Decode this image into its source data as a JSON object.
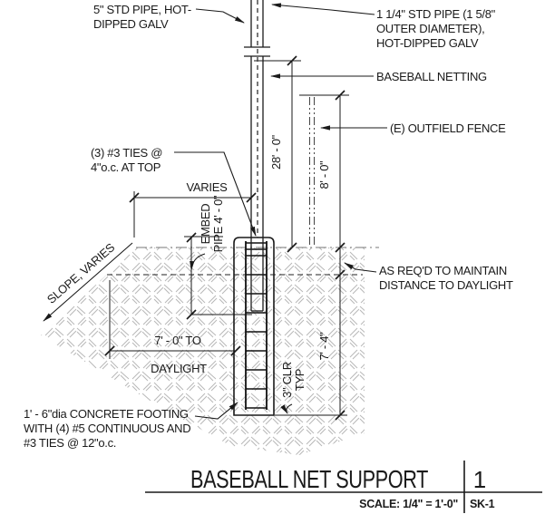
{
  "colors": {
    "line": "#1a1a1a",
    "hatch": "#b8b8b8",
    "background": "#ffffff"
  },
  "annotations": {
    "pipe_5in": {
      "lines": [
        "5\" STD PIPE, HOT-",
        "DIPPED GALV"
      ]
    },
    "pipe_1_25in": {
      "lines": [
        "1 1/4\" STD PIPE (1 5/8\"",
        "OUTER DIAMETER),",
        "HOT-DIPPED GALV"
      ]
    },
    "netting": {
      "lines": [
        "BASEBALL NETTING"
      ]
    },
    "outfield_fence": {
      "lines": [
        "(E) OUTFIELD FENCE"
      ]
    },
    "ties_top": {
      "lines": [
        "(3) #3 TIES @",
        "4\"o.c. AT TOP"
      ]
    },
    "slope": {
      "lines": [
        "SLOPE, VARIES"
      ]
    },
    "as_reqd": {
      "lines": [
        "AS REQ'D TO MAINTAIN",
        "DISTANCE TO DAYLIGHT"
      ]
    },
    "footing_note": {
      "lines": [
        "1' - 6\"dia CONCRETE FOOTING",
        "WITH (4) #5 CONTINUOUS AND",
        "#3 TIES @ 12\"o.c."
      ]
    },
    "clr": {
      "lines": [
        "3\" CLR",
        "TYP"
      ]
    },
    "embed": {
      "lines": [
        "EMBED",
        "PIPE 4' - 0\""
      ]
    }
  },
  "dimensions": {
    "pole_height": "28' - 0\"",
    "fence_height": "8' - 0\"",
    "varies": "VARIES",
    "to_daylight_1": "7' - 0\" TO",
    "to_daylight_2": "DAYLIGHT",
    "footing_depth": "7' - 4\""
  },
  "title_block": {
    "title": "BASEBALL NET SUPPORT",
    "detail_number": "1",
    "scale_label": "SCALE: 1/4\" = 1'-0\"",
    "sheet_number": "SK-1"
  }
}
